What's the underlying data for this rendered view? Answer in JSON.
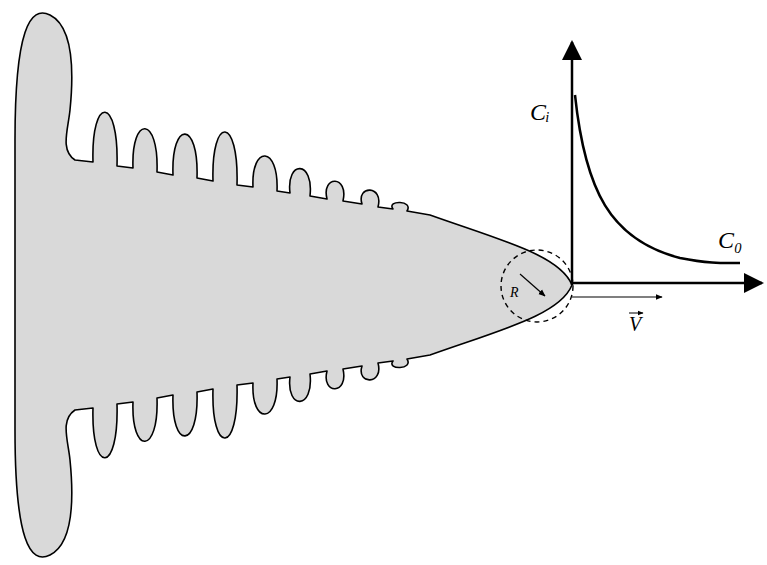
{
  "diagram": {
    "labels": [
      "Cᵢ",
      "C₀",
      "R",
      "V"
    ]
  }
}
